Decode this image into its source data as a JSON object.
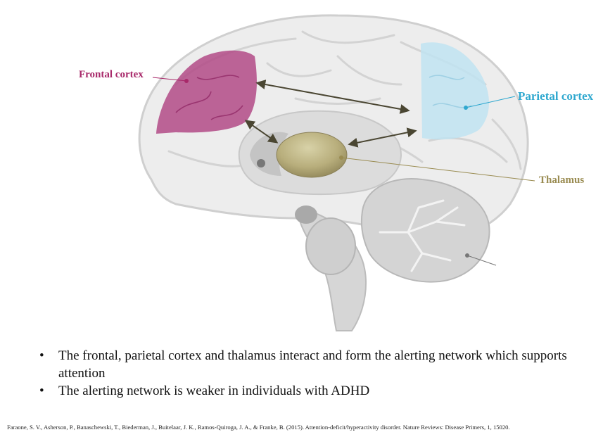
{
  "labels": {
    "frontal": "Frontal cortex",
    "parietal": "Parietal cortex",
    "thalamus": "Thalamus"
  },
  "colors": {
    "frontal": "#a8296a",
    "parietal": "#2fa8cf",
    "thalamus": "#9a8c52"
  },
  "bullets": [
    "The frontal, parietal cortex and thalamus interact and form the alerting network which supports attention",
    "The alerting network is weaker in individuals with ADHD"
  ],
  "bullet_symbol": "•",
  "citation": "Faraone, S. V., Asherson, P., Banaschewski, T., Biederman, J., Buitelaar, J. K., Ramos-Quiroga, J. A., & Franke, B. (2015). Attention-deficit/hyperactivity disorder. Nature Reviews: Disease Primers, 1, 15020."
}
